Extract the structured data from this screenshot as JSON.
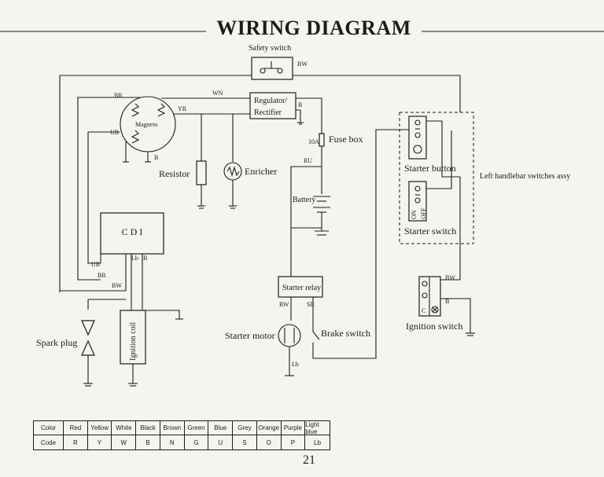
{
  "title": "WIRING DIAGRAM",
  "components": {
    "safety_switch": "Safety switch",
    "regulator_line1": "Regulator/",
    "regulator_line2": "Rectifier",
    "magneto": "Magneto",
    "fuse_box": "Fuse box",
    "fuse_rating": "10A",
    "resistor": "Resistor",
    "enricher": "Enricher",
    "battery": "Battery",
    "cdi": "C D I",
    "ignition_coil": "Ignition coil",
    "spark_plug": "Spark plug",
    "starter_relay": "Starter relay",
    "starter_motor": "Starter motor",
    "brake_switch": "Brake switch",
    "starter_button": "Starter button",
    "starter_switch": "Starter switch",
    "on_label": "ON",
    "off_label": "OFF",
    "left_handlebar": "Left handlebar switches assy",
    "ignition_switch": "Ignition switch"
  },
  "wire_codes": {
    "bw_safety": "BW",
    "br_top": "BR",
    "wn": "WN",
    "yr": "YR",
    "b_reg": "B",
    "ub_mag": "UB",
    "b_mag": "B",
    "ru": "RU",
    "ub_cdi": "UB",
    "br_cdi": "BR",
    "bw_cdi": "BW",
    "lb_cdi": "Lb",
    "b_cdi": "B",
    "rw": "RW",
    "sr": "SR",
    "lb_motor": "Lb",
    "bw_ign": "BW",
    "b_ign": "B"
  },
  "legend": {
    "color_header": "Color",
    "code_header": "Code",
    "colors": [
      "Red",
      "Yellow",
      "White",
      "Black",
      "Brown",
      "Green",
      "Blue",
      "Grey",
      "Orange",
      "Purple",
      "Light blue"
    ],
    "codes": [
      "R",
      "Y",
      "W",
      "B",
      "N",
      "G",
      "U",
      "S",
      "O",
      "P",
      "Lb"
    ]
  },
  "page_number": "21"
}
